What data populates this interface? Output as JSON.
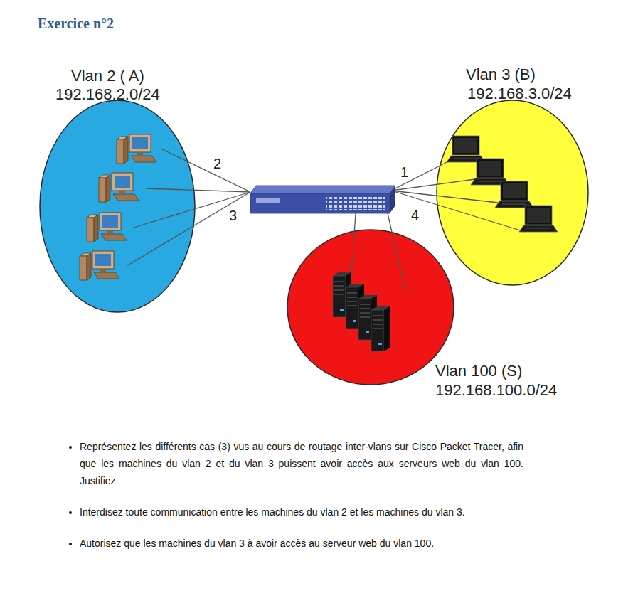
{
  "diagram": {
    "title": "Exercice n°2",
    "nodes": [
      {
        "text": [
          "Vlan 2 ( A)",
          "192.168.2.0/24"
        ]
      },
      {
        "text": [
          "Vlan 3 (B)",
          "192.168.3.0/24"
        ]
      },
      {
        "text": [
          "Vlan 100 (S)",
          "192.168.100.0/24"
        ]
      }
    ],
    "labels": [
      "2",
      "3",
      "1",
      "4",
      "Représentez les différents cas (3) vus au cours de routage inter-vlans sur Cisco Packet Tracer, afin que les machines du vlan 2 et du vlan 3 puissent avoir accès aux serveurs web du vlan 100. Justifiez.",
      "Interdisez toute communication entre les machines du vlan 2 et les machines du vlan 3.",
      "Autorisez que les machines du vlan 3 à avoir accès au serveur web du vlan 100."
    ]
  }
}
